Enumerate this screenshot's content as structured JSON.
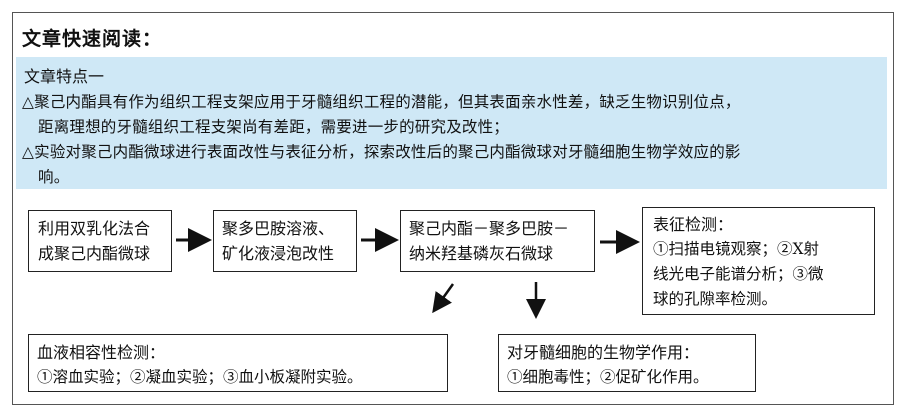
{
  "heading": "文章快速阅读：",
  "features": {
    "title": "文章特点一",
    "lines": [
      "△聚己内酯具有作为组织工程支架应用于牙髓组织工程的潜能，但其表面亲水性差，缺乏生物识别位点，",
      "距离理想的牙髓组织工程支架尚有差距，需要进一步的研究及改性；",
      "△实验对聚己内酯微球进行表面改性与表征分析，探索改性后的聚己内酯微球对牙髓细胞生物学效应的影",
      "响。"
    ]
  },
  "flow": {
    "step1": [
      "利用双乳化法合",
      "成聚己内酯微球"
    ],
    "step2": [
      "聚多巴胺溶液、",
      "矿化液浸泡改性"
    ],
    "step3": [
      "聚己内酯－聚多巴胺－",
      "纳米羟基磷灰石微球"
    ],
    "characterization": {
      "title": "表征检测：",
      "lines": [
        "①扫描电镜观察；②X射",
        "线光电子能谱分析；③微",
        "球的孔隙率检测。"
      ]
    },
    "blood": {
      "title": "血液相容性检测：",
      "line": "①溶血实验；②凝血实验；③血小板凝附实验。"
    },
    "biology": {
      "title": "对牙髓细胞的生物学作用：",
      "line": "①细胞毒性；②促矿化作用。"
    }
  }
}
